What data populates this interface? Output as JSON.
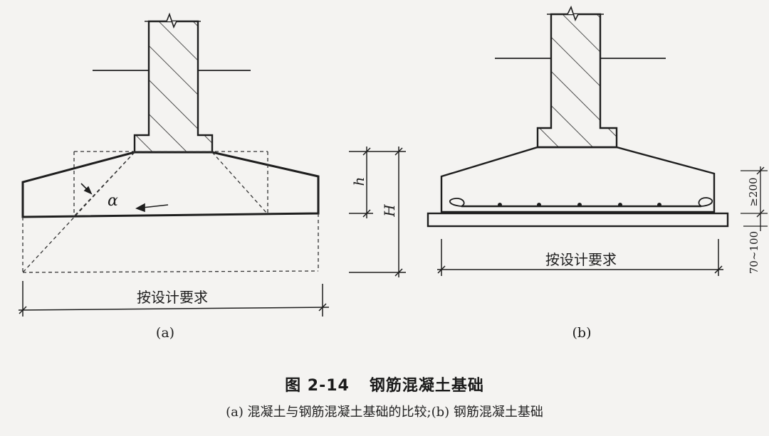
{
  "figure": {
    "number": "图 2-14",
    "title": "钢筋混凝土基础",
    "subtitle": "(a) 混凝土与钢筋混凝土基础的比较;(b) 钢筋混凝土基础"
  },
  "diagram_a": {
    "panel_label": "(a)",
    "width_label": "按设计要求",
    "angle_label": "α"
  },
  "dimensions": {
    "h_label": "h",
    "H_label": "H"
  },
  "diagram_b": {
    "panel_label": "(b)",
    "width_label": "按设计要求",
    "cover_label": "≥200",
    "pad_label": "70~100"
  },
  "colors": {
    "line": "#1e1e1e",
    "background": "#f4f3f1"
  }
}
